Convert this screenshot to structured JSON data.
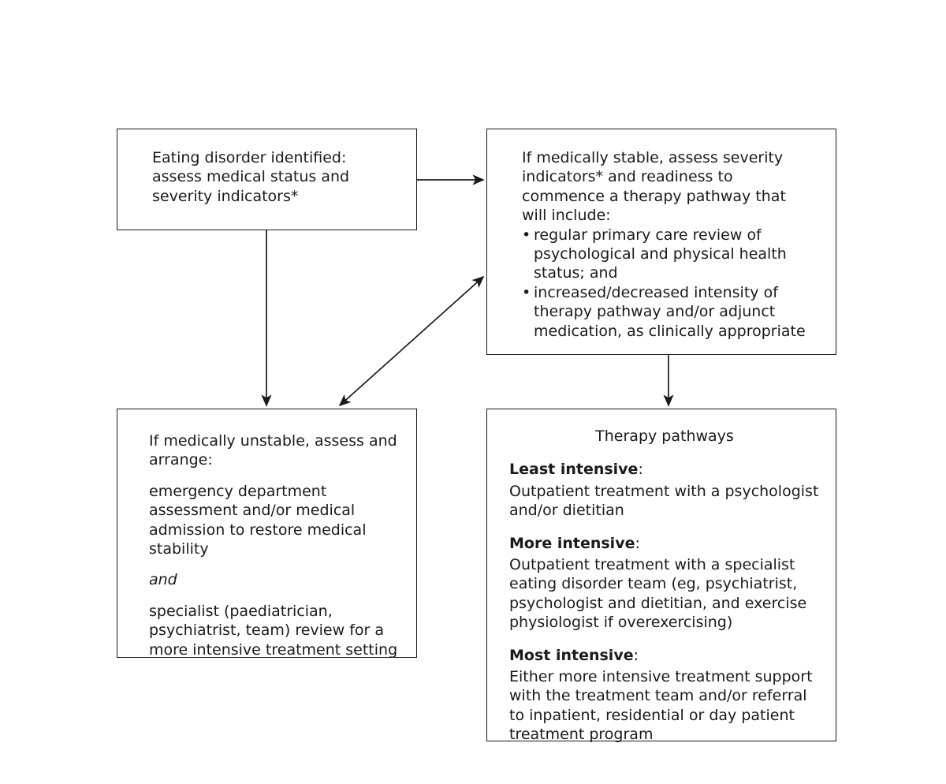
{
  "diagram": {
    "title": "Eating disorder management pathway flowchart",
    "background_color": "#ffffff",
    "line_color": "#1a1a1a"
  },
  "nodes": {
    "identify": {
      "lines": [
        "Eating disorder identified:",
        "assess medical status and",
        "severity indicators*"
      ]
    },
    "stable": {
      "lines": [
        "If medically stable, assess severity",
        "indicators* and readiness to",
        "commence a therapy pathway that",
        "will include:"
      ],
      "bullets": [
        "regular primary care review of psychological and physical health status; and",
        "increased/decreased intensity of therapy pathway and/or adjunct medication, as clinically appropriate"
      ]
    },
    "unstable": {
      "intro": "If medically unstable, assess and arrange:",
      "first": "emergency department assessment and/or medical admission to restore medical stability",
      "conjunction": "and",
      "second": "specialist (paediatrician, psychiatrist, team) review for a more intensive treatment setting"
    },
    "pathways": {
      "title": "Therapy pathways",
      "levels": [
        {
          "heading": "Least intensive",
          "colon": ":",
          "body": "Outpatient treatment with a psychologist and/or dietitian"
        },
        {
          "heading": "More intensive",
          "colon": ":",
          "body": "Outpatient treatment with a specialist eating disorder team (eg, psychiatrist, psychologist and dietitian, and exercise physiologist if overexercising)"
        },
        {
          "heading": "Most intensive",
          "colon": ":",
          "body": "Either more intensive treatment support with the treatment team and/or referral to inpatient, residential or day patient treatment program"
        }
      ]
    }
  },
  "connectors": [
    {
      "name": "identify-to-stable",
      "type": "arrow-right",
      "from": "identify",
      "to": "stable"
    },
    {
      "name": "identify-to-unstable",
      "type": "arrow-down",
      "from": "identify",
      "to": "unstable"
    },
    {
      "name": "unstable-to-stable",
      "type": "arrow-double-diagonal",
      "from": "unstable",
      "to": "stable"
    },
    {
      "name": "stable-to-pathways",
      "type": "arrow-down",
      "from": "stable",
      "to": "pathways"
    }
  ]
}
